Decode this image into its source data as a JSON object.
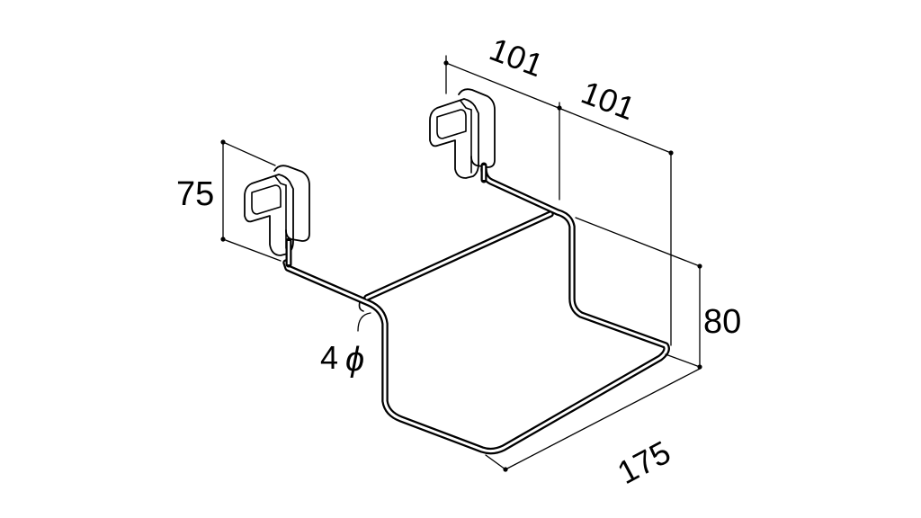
{
  "dimensions": {
    "width_left": "101",
    "width_right": "101",
    "hook_height": "75",
    "depth": "80",
    "length": "175",
    "wire_diameter": "4",
    "diameter_symbol": "ϕ"
  },
  "colors": {
    "ink": "#000000",
    "background": "#ffffff"
  }
}
